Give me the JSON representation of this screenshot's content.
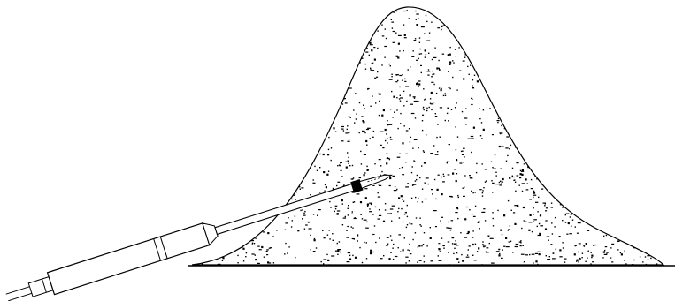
{
  "diagram": {
    "colors": {
      "background": "#ffffff",
      "ink": "#000000",
      "pile_fill": "#ffffff"
    },
    "elements": [
      "sand-pile",
      "ground-line",
      "probe-instrument",
      "probe-tip-marker"
    ]
  }
}
